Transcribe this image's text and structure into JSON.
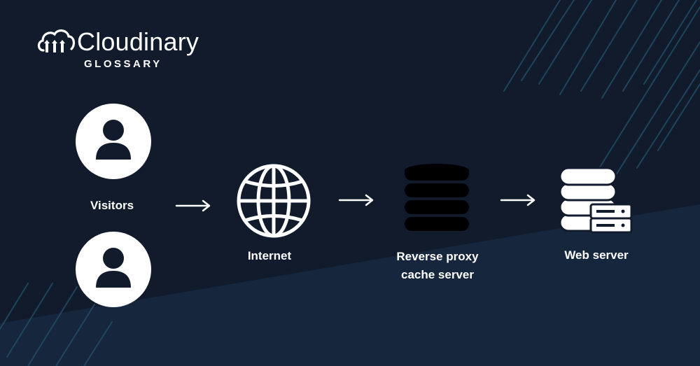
{
  "brand": {
    "name": "Cloudinary",
    "subtitle": "GLOSSARY",
    "logo_icon": "cloud-logo-icon"
  },
  "colors": {
    "background": "#111b2b",
    "background_lower": "#16263d",
    "accent_lines": "#1f4a63",
    "foreground": "#ffffff",
    "db_icon": "#000000"
  },
  "diagram": {
    "nodes": [
      {
        "id": "visitors",
        "label": "Visitors",
        "icon": "user-avatar-icon",
        "count": 2
      },
      {
        "id": "internet",
        "label": "Internet",
        "icon": "globe-icon"
      },
      {
        "id": "proxy",
        "label_line1": "Reverse proxy",
        "label_line2": "cache server",
        "icon": "database-icon"
      },
      {
        "id": "web",
        "label": "Web server",
        "icon": "server-stack-icon"
      }
    ],
    "edges": [
      {
        "from": "visitors",
        "to": "internet"
      },
      {
        "from": "internet",
        "to": "proxy"
      },
      {
        "from": "proxy",
        "to": "web"
      }
    ]
  }
}
